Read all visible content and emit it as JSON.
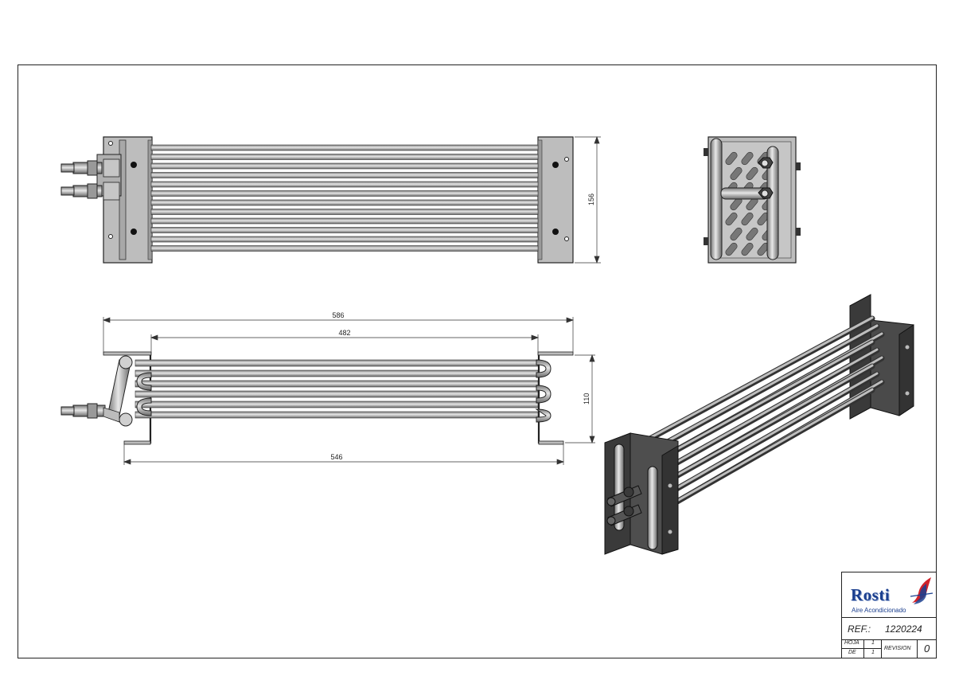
{
  "dimensions": {
    "height_front": "156",
    "overall_length": "586",
    "inner_length": "482",
    "height_side": "110",
    "mount_length": "546"
  },
  "title_block": {
    "brand": "Rosti",
    "subtitle": "Aire Acondicionado",
    "ref_label": "REF.:",
    "ref_value": "1220224",
    "hoja_label": "HOJA",
    "hoja_value": "1",
    "de_label": "DE",
    "de_value": "1",
    "revision_label": "REVISION",
    "revision_value": "0"
  },
  "colors": {
    "line": "#222222",
    "metal_fill": "#c8c8c8",
    "metal_dark": "#555555",
    "brand": "#1b3f8f",
    "accent": "#d0222a"
  }
}
